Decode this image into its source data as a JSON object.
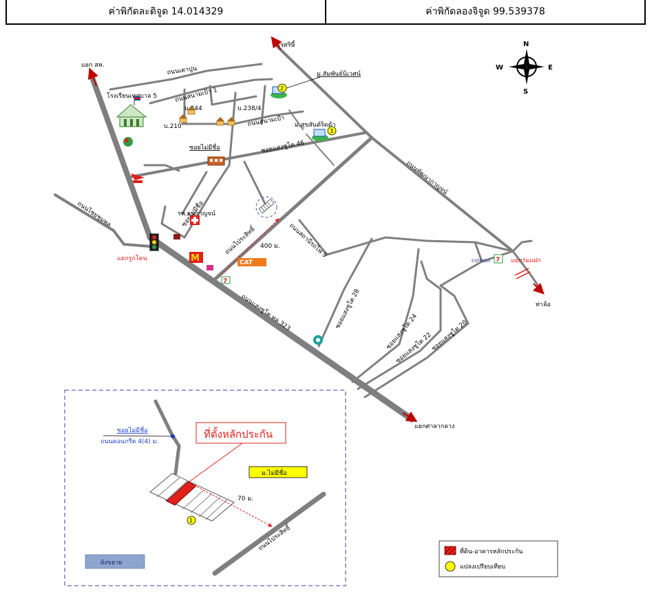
{
  "header": {
    "latitude": "ค่าพิกัดละติจูด 14.014329",
    "longitude": "ค่าพิกัดลองจิจูด 99.539378"
  },
  "compass": {
    "n": "N",
    "s": "S",
    "e": "E",
    "w": "W"
  },
  "roads": {
    "tao_poon": "ถนนเตาปูน",
    "sanam_pao_1": "ถนนสนามเป้า 1",
    "sanam_pao": "ถนนสนามเป้า",
    "soi_mai_mee_chue": "ซอยไม่มีชื่อ",
    "soi_saeng_chuto_46": "ซอยแสงชูโต 46",
    "phatthana_kanchana": "ถนนพัฒนากาญจน์",
    "sathanee_rotfai_9": "ถนนสถานีรถไฟ 9",
    "prasit": "ถนนไประสิทธิ์",
    "soi_mai_mee_chue_2": "ซอยไม่มีชื่อ",
    "chaiyasuphap": "ถนนไชยชุมพล",
    "saeng_chuto": "ถนนแสงชูโต ทล 323",
    "soi_28": "ซอยแสงชูโต 28",
    "soi_24": "ซอยแสงชูโต 24",
    "soi_22": "ซอยแสงชูโต 22",
    "soi_20": "ซอยแสงชูโต 20"
  },
  "places": {
    "yaek_sor_kor": "แยก สห.",
    "school": "โรงเรียนเทศบาล 5",
    "ban_244": "บ.244",
    "ban_238": "บ.238/4",
    "ban_210": "บ.210",
    "mu_sampan": "ม.สัมพันธ์นิเวศน์",
    "mu_suksan": "ม.สุขสันต์ริดด้า",
    "kanchana_hospital": "รพ.ธนกาญจน์",
    "ressi": "เรศริษี้",
    "yaek_ruk_khon": "แยกรูกโคน",
    "yaek_rom_saek": "แยกร่มแฝก",
    "tha_lo": "ท่าล้อ",
    "yaek_sala_klang": "แยกศาลากลาง",
    "dist_400": "400 ม.",
    "cat": "CAT",
    "express": "EXPRESS"
  },
  "inset": {
    "soi_label": "ซอยไม่มีชื่อ",
    "road_label": "ถนนคอนกรีต 4(4) ม.",
    "callout": "ที่ตั้งหลักประกัน",
    "mu_label": "ม.ไม่มีชื่อ",
    "dist_70": "70 ม.",
    "prasit": "ถนนไประสิทธิ์",
    "expand": "ผังขยาย",
    "marker_1": "1"
  },
  "markers": {
    "m2": "2",
    "m3": "3"
  },
  "legend": {
    "collateral": "ที่ดิน-อาคารหลักประกัน",
    "comparison": "แปลงเปรียบเทียบ"
  },
  "colors": {
    "road": "#7f7f7f",
    "highlight_red": "#e0201b",
    "marker_yellow": "#ffff00",
    "inset_border": "#7b7bc8",
    "expand_box": "#8ea5cf",
    "mu_box": "#ffff00"
  }
}
